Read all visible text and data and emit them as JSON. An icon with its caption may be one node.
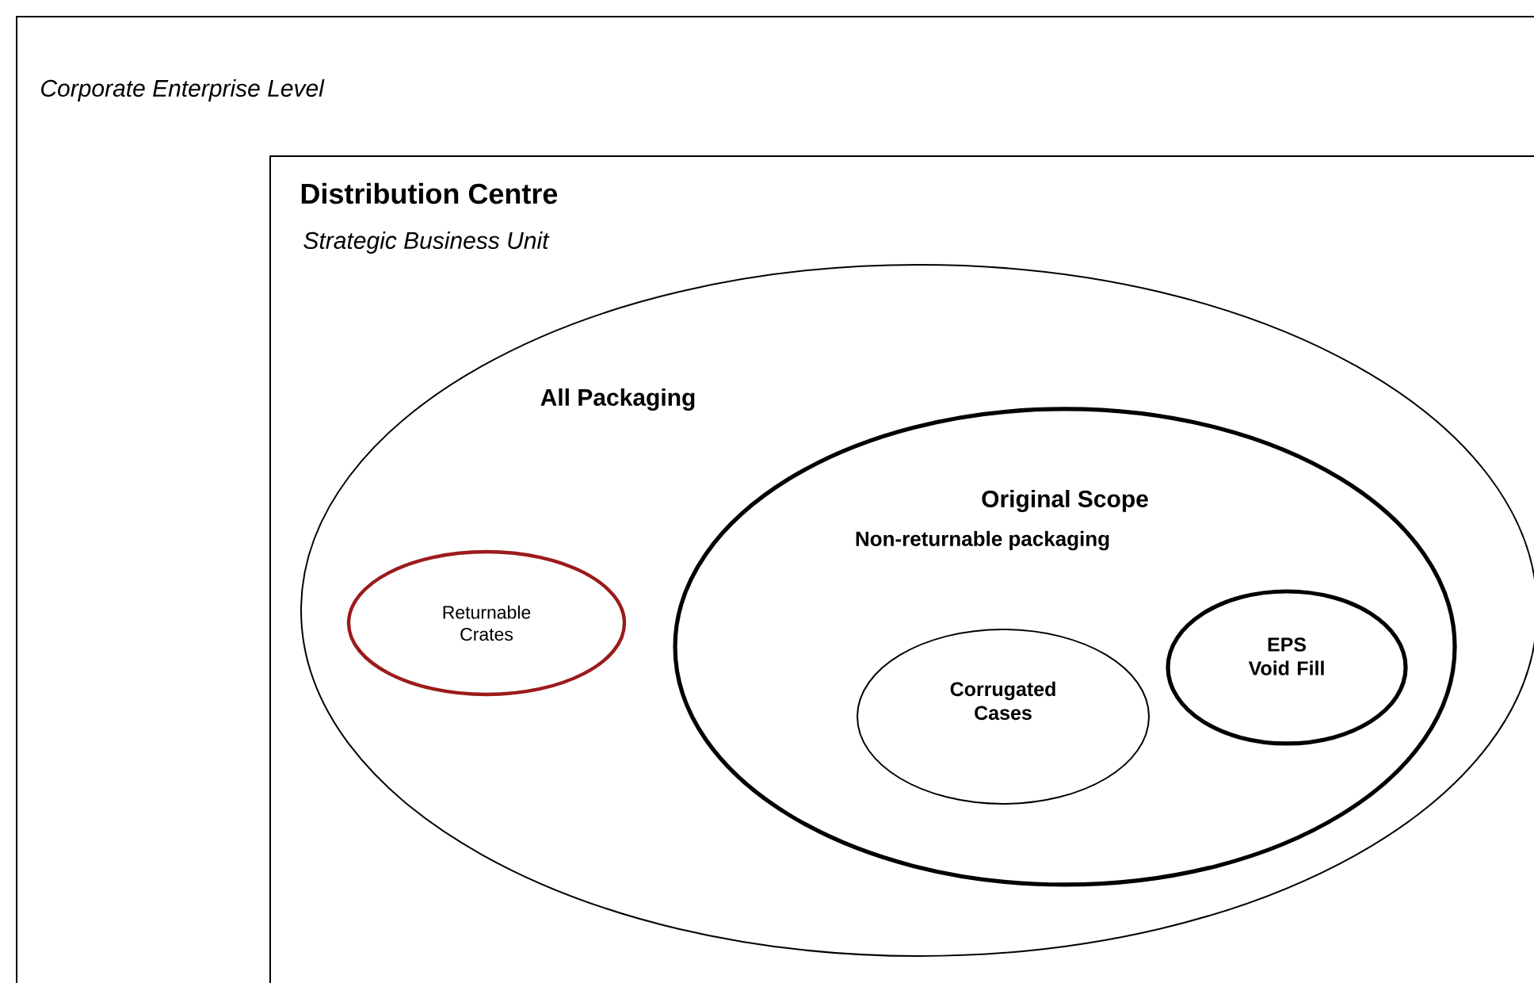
{
  "diagram": {
    "nodes": [
      {
        "text": [
          "Corporate Enterprise Level"
        ]
      },
      {
        "text": [
          "Distribution Centre",
          "Strategic Business Unit"
        ],
        "in": 0
      },
      {
        "text": [
          "All Packaging"
        ],
        "in": 1
      },
      {
        "text": [
          "Returnable Crates"
        ],
        "in": 2
      },
      {
        "text": [
          "Original Scope",
          "Non-returnable packaging"
        ],
        "in": 2
      },
      {
        "text": [
          "Corrugated Cases"
        ],
        "in": 4
      },
      {
        "text": [
          "EPS Void Fill"
        ],
        "in": 4
      }
    ]
  }
}
